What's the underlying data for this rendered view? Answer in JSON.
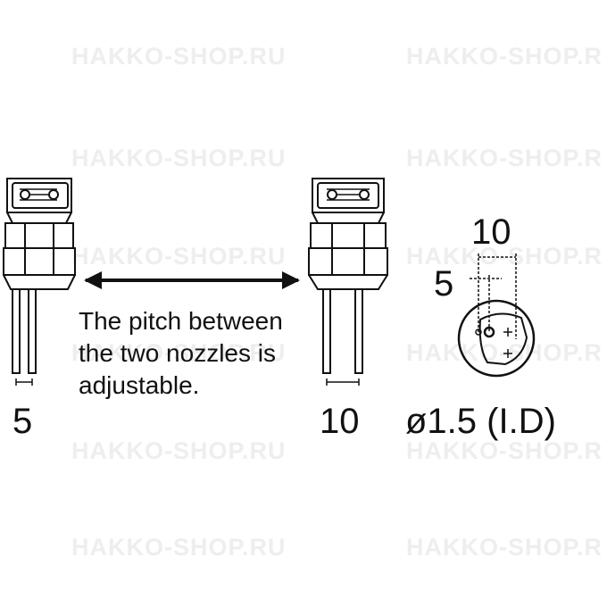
{
  "watermark": {
    "text": "HAKKO-SHOP.RU",
    "text_cut": "HAKKO-SHOP.R",
    "color": "#eeeeee"
  },
  "caption": {
    "line1": "The pitch between",
    "line2": "the two nozzles is",
    "line3": "adjustable."
  },
  "labels": {
    "pitch_left": "5",
    "pitch_right": "10",
    "top_dim_10": "10",
    "top_dim_5": "5",
    "inner_diameter": "ø1.5 (I.D)"
  },
  "colors": {
    "line": "#111111",
    "background": "#ffffff"
  }
}
